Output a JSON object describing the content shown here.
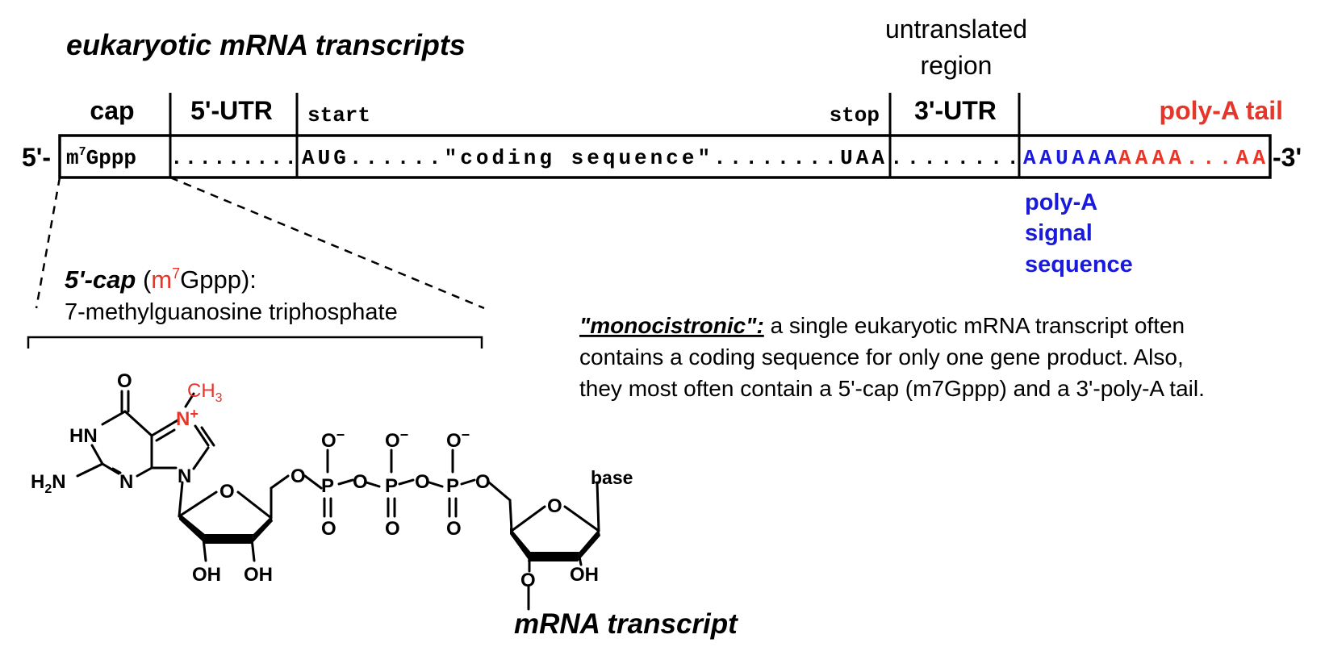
{
  "colors": {
    "red": "#e8352a",
    "blue": "#1a1adb",
    "black": "#000000"
  },
  "title": "eukaryotic mRNA transcripts",
  "utr_label_line1": "untranslated",
  "utr_label_line2": "region",
  "segments": {
    "cap": "cap",
    "utr5": "5'-UTR",
    "start": "start",
    "stop": "stop",
    "utr3": "3'-UTR",
    "polya_tail": "poly-A tail"
  },
  "strand": {
    "five_prime": "5'-",
    "three_prime": "-3'",
    "cap_m": "m",
    "cap_sup": "7",
    "cap_rest": "Gppp",
    "utr5_dots": ".........",
    "coding": "AUG......\"coding sequence\"........UAA",
    "utr3_dots": "........",
    "signal": "AAUAAA",
    "tail": "AAAA...AA"
  },
  "signal_label": [
    "poly-A",
    "signal",
    "sequence"
  ],
  "cap_heading": {
    "name": "5'-cap",
    "paren_open": " (",
    "m": "m",
    "sup": "7",
    "gppp": "Gppp):",
    "desc": "7-methylguanosine triphosphate"
  },
  "monocistronic": {
    "term": "\"monocistronic\":",
    "lines": [
      " a single eukaryotic mRNA transcript often",
      "contains a coding sequence for only one gene product. Also,",
      "they most often  contain a 5'-cap (m7Gppp) and a 3'-poly-A tail."
    ]
  },
  "structure": {
    "ch3": "CH",
    "ch3_sub": "3",
    "n_plus": "N",
    "plus": "+",
    "carbonyl_o": "O",
    "hn": "HN",
    "h2n": "H",
    "h2n_sub": "2",
    "h2n_n": "N",
    "n3": "N",
    "n9": "N",
    "ring_o1": "O",
    "oh1": "OH",
    "oh2": "OH",
    "link_o1": "O",
    "p1": "P",
    "p2": "P",
    "p3": "P",
    "o_minus": "O",
    "minus": "−",
    "bridge_o": "O",
    "dbl_o": "O",
    "link_o5": "O",
    "ring_o2": "O",
    "base": "base",
    "o_chain": "O",
    "oh3": "OH",
    "transcript": "mRNA transcript"
  }
}
